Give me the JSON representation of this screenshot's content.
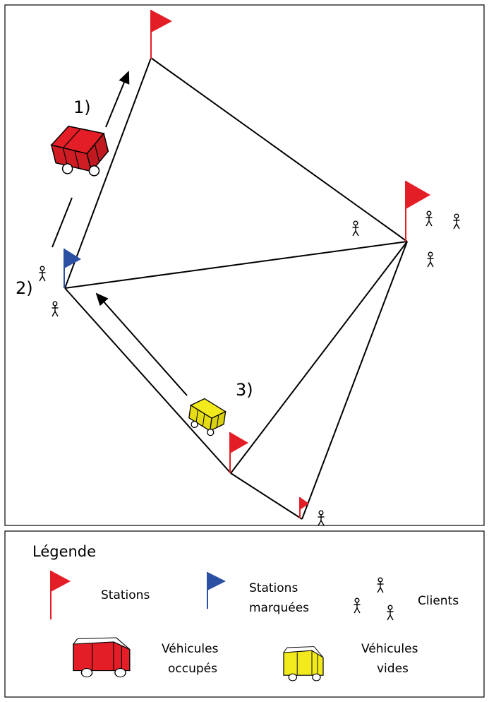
{
  "steps": {
    "one": "1)",
    "two": "2)",
    "three": "3)"
  },
  "legend": {
    "title": "Légende",
    "stations": "Stations",
    "marked_stations_line1": "Stations",
    "marked_stations_line2": "marquées",
    "clients": "Clients",
    "occupied_line1": "Véhicules",
    "occupied_line2": "occupés",
    "empty_line1": "Véhicules",
    "empty_line2": "vides"
  },
  "colors": {
    "station_flag": "#e41e26",
    "marked_flag": "#2b4fa2",
    "occupied_vehicle": "#e41e26",
    "empty_vehicle": "#f2ea1c",
    "edge": "#000000"
  },
  "icons": {
    "station": "red-flag-icon",
    "marked_station": "blue-flag-icon",
    "client": "stick-figure-icon",
    "occupied_vehicle": "red-car-icon",
    "empty_vehicle": "yellow-car-icon",
    "direction": "arrow-icon"
  }
}
